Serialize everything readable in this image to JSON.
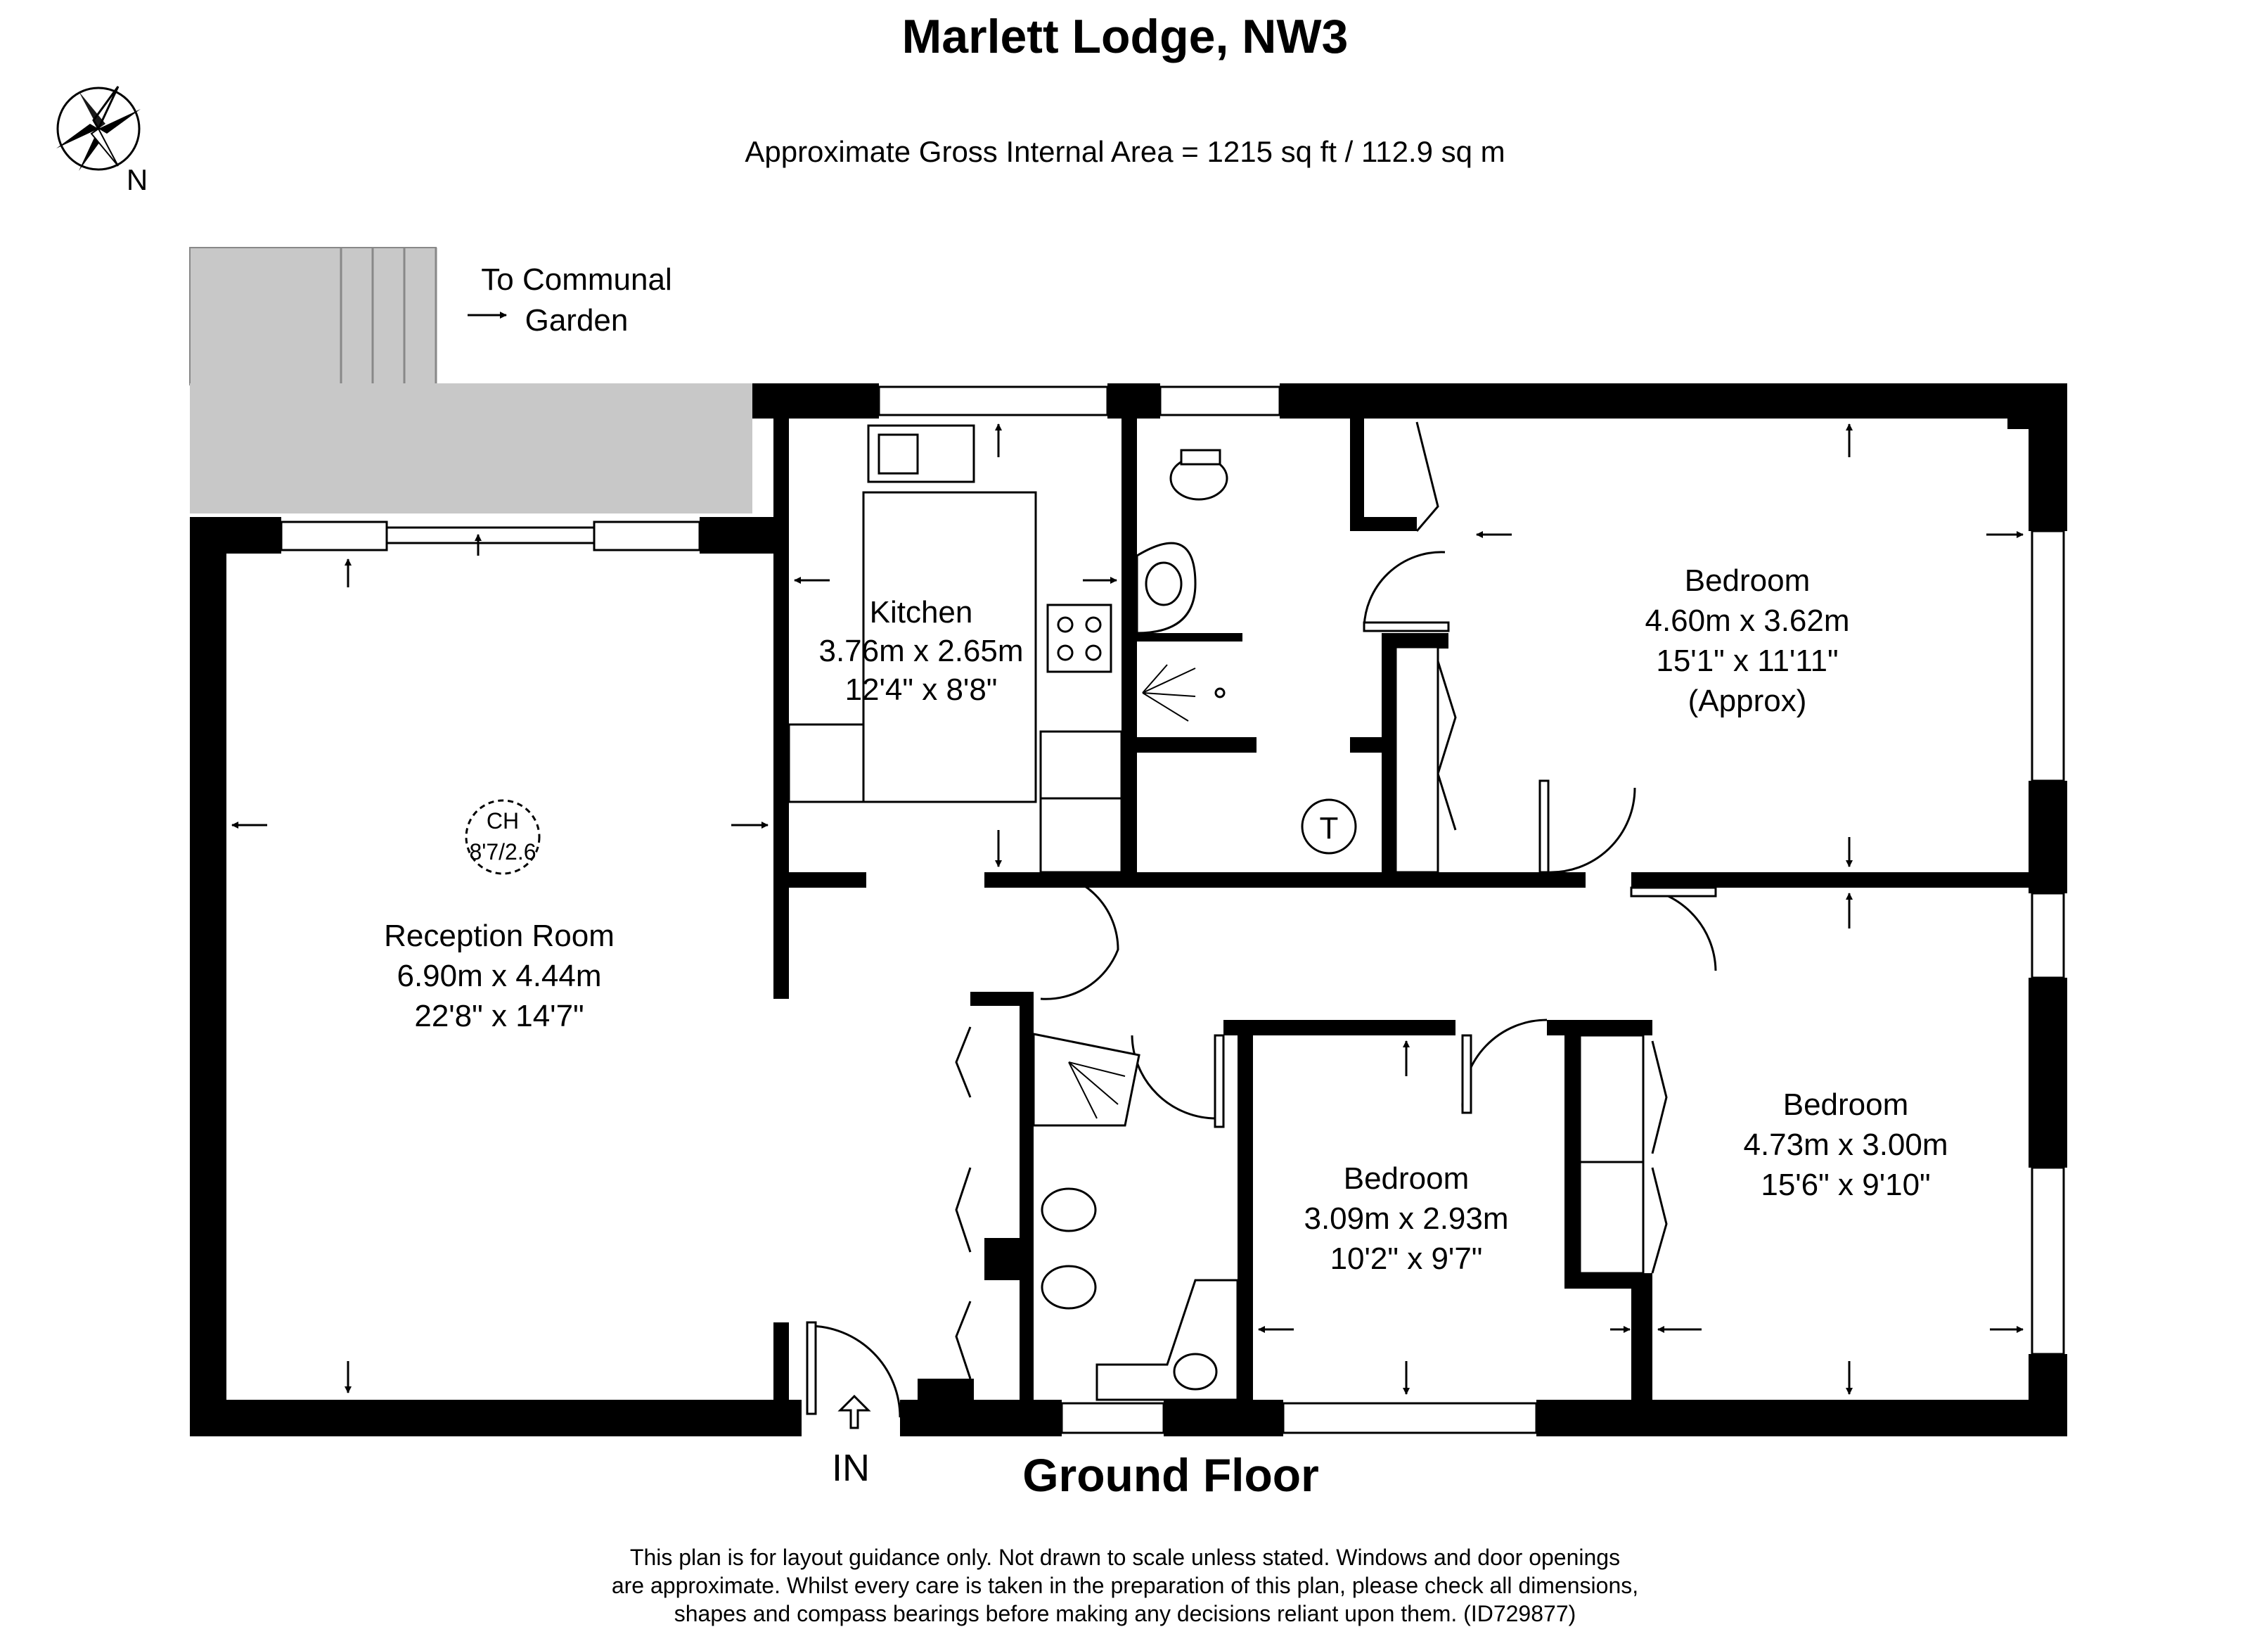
{
  "title": "Marlett Lodge, NW3",
  "subtitle": "Approximate Gross Internal Area = 1215 sq ft / 112.9 sq m",
  "compass_label": "N",
  "garden_label": [
    "To Communal",
    "Garden"
  ],
  "rooms": {
    "kitchen": [
      "Kitchen",
      "3.76m x 2.65m",
      "12'4\" x 8'8\""
    ],
    "reception": [
      "Reception Room",
      "6.90m x 4.44m",
      "22'8\" x 14'7\""
    ],
    "bedroom1": [
      "Bedroom",
      "4.60m x 3.62m",
      "15'1\" x 11'11\"",
      "(Approx)"
    ],
    "bedroom2": [
      "Bedroom",
      "4.73m x 3.00m",
      "15'6\" x 9'10\""
    ],
    "bedroom3": [
      "Bedroom",
      "3.09m x 2.93m",
      "10'2\" x 9'7\""
    ]
  },
  "ceiling": {
    "label": "CH",
    "value": "8'7/2.6"
  },
  "tank_label": "T",
  "entrance_label": "IN",
  "floor_label": "Ground Floor",
  "disclaimer": [
    "This plan is for layout guidance only. Not drawn to scale unless stated. Windows and door openings",
    "are approximate. Whilst every care is taken in the preparation of this plan, please check all dimensions,",
    "shapes and compass bearings before making any decisions reliant upon them. (ID729877)"
  ]
}
